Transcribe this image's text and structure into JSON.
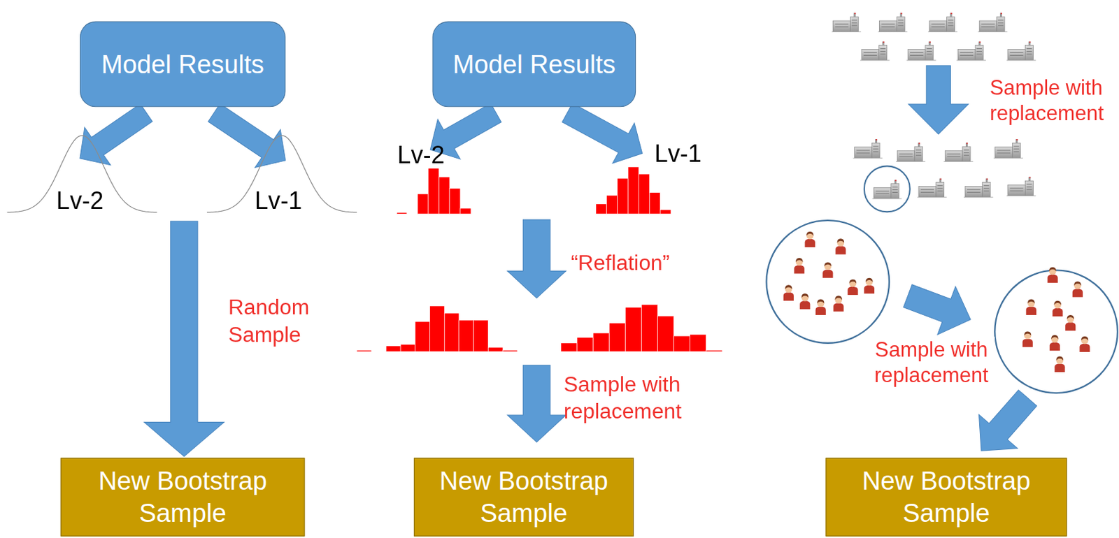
{
  "diagram": {
    "nodes": [
      {
        "text": [
          "Model Results"
        ]
      },
      {
        "text": [
          "Model Results"
        ]
      },
      {
        "text": [
          "New Bootstrap Sample"
        ]
      },
      {
        "text": [
          "New Bootstrap Sample"
        ]
      },
      {
        "text": [
          "New Bootstrap Sample"
        ]
      }
    ],
    "labels": [
      "Lv-2",
      "Lv-1",
      "Random Sample",
      "Lv-2",
      "Lv-1",
      "“Reflation”",
      "Sample with replacement",
      "Sample with replacement",
      "Sample with replacement"
    ]
  }
}
